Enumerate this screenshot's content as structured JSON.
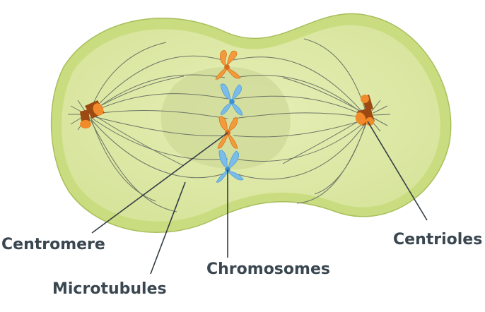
{
  "labels": {
    "centromere": "Centromere",
    "microtubules": "Microtubules",
    "chromosomes": "Chromosomes",
    "centrioles": "Centrioles"
  },
  "colors": {
    "cell_outer": "#c9dd80",
    "cell_inner": "#dbe7a4",
    "nucleus_zone": "#d0dc9c",
    "microtubule": "#6c7566",
    "chromosome_orange": "#f29a3c",
    "chromosome_blue": "#7bbde8",
    "centriole_dark": "#9c4a12",
    "centriole_light": "#f08a2a",
    "label_text": "#3a4750"
  }
}
